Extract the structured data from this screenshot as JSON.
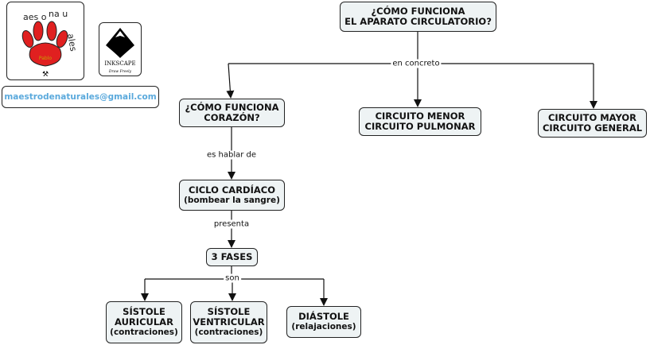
{
  "root": {
    "line1": "¿CÓMO FUNCIONA",
    "line2": "EL APARATO CIRCULATORIO?"
  },
  "links": {
    "en_concreto": "en concreto",
    "es_hablar_de": "es hablar de",
    "presenta": "presenta",
    "son": "son"
  },
  "corazon": {
    "line1": "¿CÓMO FUNCIONA",
    "line2": "CORAZÓN?"
  },
  "menor": {
    "line1": "CIRCUITO MENOR",
    "line2": "CIRCUITO PULMONAR"
  },
  "mayor": {
    "line1": "CIRCUITO MAYOR",
    "line2": "CIRCUITO GENERAL"
  },
  "ciclo": {
    "line1": "CICLO CARDÍACO",
    "line2": "(bombear la sangre)"
  },
  "fases": {
    "label": "3 FASES"
  },
  "sistole_auricular": {
    "line1": "SÍSTOLE",
    "line2": "AURICULAR",
    "line3": "(contraciones)"
  },
  "sistole_ventricular": {
    "line1": "SÍSTOLE",
    "line2": "VENTRICULAR",
    "line3": "(contraciones)"
  },
  "diastole": {
    "line1": "DIÁSTOLE",
    "line2": "(relajaciones)"
  },
  "logo": {
    "text": "Maestro de naturales"
  },
  "inkscape": {
    "name": "INKSCAPE",
    "tagline": "Draw Freely"
  },
  "email": "maestrodenaturales@gmail.com",
  "colors": {
    "node_fill": "#eef3f4",
    "email": "#5aa9dc",
    "paw": "#e02020"
  }
}
